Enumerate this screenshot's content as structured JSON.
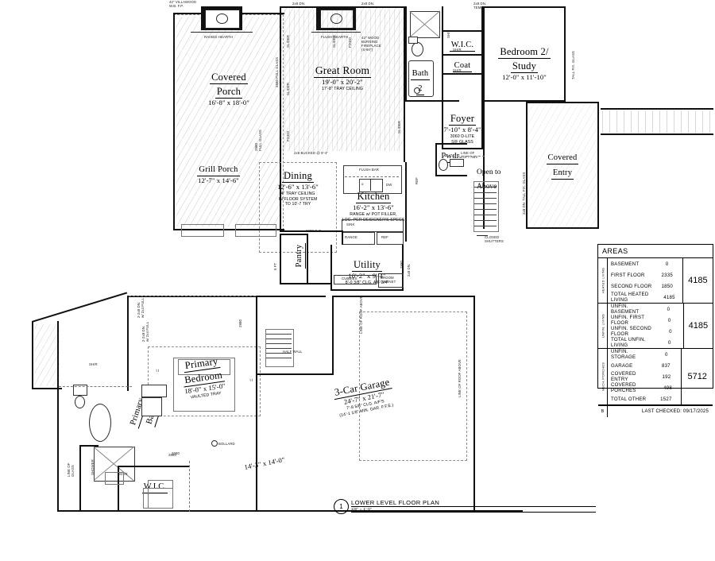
{
  "sheet": {
    "title": "LOWER LEVEL FLOOR PLAN",
    "detail_number": "1",
    "scale": "1/8\" = 1'-0\""
  },
  "rooms": [
    {
      "id": "covered-porch",
      "name": "Covered\nPorch",
      "dim": "16'-8\" x 18'-0\"",
      "note": ""
    },
    {
      "id": "great-room",
      "name": "Great Room",
      "dim": "19'-0\" x 20'-2\"",
      "note": "17'-8\" TRAY CEILING"
    },
    {
      "id": "bedroom-2-study",
      "name": "Bedroom 2/\nStudy",
      "dim": "12'-0\" x 11'-10\"",
      "note": ""
    },
    {
      "id": "bath-2",
      "name": "Bath\n2",
      "dim": "",
      "note": ""
    },
    {
      "id": "wic-upper",
      "name": "W.I.C.",
      "dim": "",
      "note": ""
    },
    {
      "id": "coat",
      "name": "Coat",
      "dim": "",
      "note": ""
    },
    {
      "id": "foyer",
      "name": "Foyer",
      "dim": "7'-10\" x 8'-4\"",
      "note": "3060 D-LITE\nS/F GLASS"
    },
    {
      "id": "covered-entry",
      "name": "Covered\nEntry",
      "dim": "",
      "note": ""
    },
    {
      "id": "grill-porch",
      "name": "Grill Porch",
      "dim": "12'-7\" x 14'-6\"",
      "note": ""
    },
    {
      "id": "dining",
      "name": "Dining",
      "dim": "12'-6\" x 13'-6\"",
      "note": "4\" TRAY CEILING\nIN FLOOR SYSTEM\nTO 10'-7 TRY"
    },
    {
      "id": "kitchen",
      "name": "Kitchen",
      "dim": "16'-2\" x 13'-6\"",
      "note": "RANGE w/ POT FILLER,\nLOC. PER DESIGNER'S SPECS"
    },
    {
      "id": "pantry",
      "name": "Pantry",
      "dim": "",
      "note": ""
    },
    {
      "id": "pwdr",
      "name": "Pwdr.",
      "dim": "",
      "note": ""
    },
    {
      "id": "utility",
      "name": "Utility",
      "dim": "10'-2\" x 9'-4\"",
      "note": "8'-0 3/8\" CLG.  A/F 3/4\""
    },
    {
      "id": "open-to-above",
      "name": "Open to\nAbove",
      "dim": "",
      "note": ""
    },
    {
      "id": "primary-bedroom",
      "name": "Primary\nBedroom",
      "dim": "18'-0\" x 15'-0\"",
      "note": "VAULTED TRAY"
    },
    {
      "id": "primary-bath",
      "name": "Primary\nBath",
      "dim": "",
      "note": ""
    },
    {
      "id": "wic-lower",
      "name": "W.I.C.",
      "dim": "",
      "note": ""
    },
    {
      "id": "garage",
      "name": "3-Car Garage",
      "dim": "24'-7\" x 21'-7\"",
      "note": "7'-8 5/8\" CLG. A/F'S\n(14'-1 1/8\" MIN. GAR. F.F.E.)"
    },
    {
      "id": "garage-bay",
      "name": "",
      "dim": "14'-3\" x 14'-0\"",
      "note": ""
    }
  ],
  "annotations": {
    "fireplace_villawood": "42\" VILLAWOOD\nW.B. F.P.",
    "raised_hearth": "RAISED HEARTH",
    "flush_hearth": "FLUSH HEARTH",
    "wood_burning_fireplace": "42\" WOOD\nBURNING\nFIREPLACE\n(S-90\")",
    "bench": "BENCH",
    "d2860_full_glass": "2860 FULL GLASS",
    "slider": "SLIDER",
    "fixed": "FIXED",
    "hdr_2x8": "2x8 BUCKED @ 9'-4\"",
    "hdr_2x8_dn": "2x8 DN.",
    "hdr_2x8_temp": "2x8 DN.\nTEMP.",
    "flush_bar": "FLUSH BAR",
    "sink": "SINK",
    "dw": "DW",
    "ref": "REF",
    "range": "RANGE",
    "cubbies": "CUBBIES",
    "broom_cabinet": "BROOM\nCABINET",
    "closed_shutters": "CLOSED\nSHUTTERS",
    "line_of_loft": "LINE OF\nLOFT ABV.",
    "half_wall": "HALF WALL",
    "bollard": "BOLLARD",
    "tall_fix_glass": "TALL FIX. GLASS",
    "line_of_roof": "LINE OF ROOF ABOVE",
    "door_2880": "2880",
    "door_2680": "2680",
    "door_3060": "3060",
    "door_2060": "2060",
    "shower": "SHOWER",
    "washer_dryer": "W/D",
    "ceiling_2880_co": "2880 C.O."
  },
  "areas_table": {
    "title": "AREAS",
    "groups": [
      {
        "side_label": "HEATED LIVING",
        "rows": [
          {
            "name": "BASEMENT",
            "value": "0"
          },
          {
            "name": "FIRST FLOOR",
            "value": "2335"
          },
          {
            "name": "SECOND FLOOR",
            "value": "1850"
          },
          {
            "name": "TOTAL HEATED LIVING",
            "value": "4185"
          }
        ],
        "total": "4185"
      },
      {
        "side_label": "UNFIN. LIVING",
        "rows": [
          {
            "name": "UNFIN. BASEMENT",
            "value": "0"
          },
          {
            "name": "UNFIN. FIRST FLOOR",
            "value": "0"
          },
          {
            "name": "UNFIN. SECOND FLOOR",
            "value": "0"
          },
          {
            "name": "TOTAL UNFIN. LIVING",
            "value": "0"
          }
        ],
        "total": "4185"
      },
      {
        "side_label": "MECH./PORCHES",
        "rows": [
          {
            "name": "UNFIN. STORAGE",
            "value": "0"
          },
          {
            "name": "GARAGE",
            "value": "837"
          },
          {
            "name": "COVERED ENTRY",
            "value": "192"
          },
          {
            "name": "COVERED PORCHES",
            "value": "498"
          },
          {
            "name": "TOTAL OTHER",
            "value": "1527"
          }
        ],
        "total": "5712"
      }
    ],
    "revision_code": "B",
    "last_checked": "LAST CHECKED: 09/17/2025"
  }
}
